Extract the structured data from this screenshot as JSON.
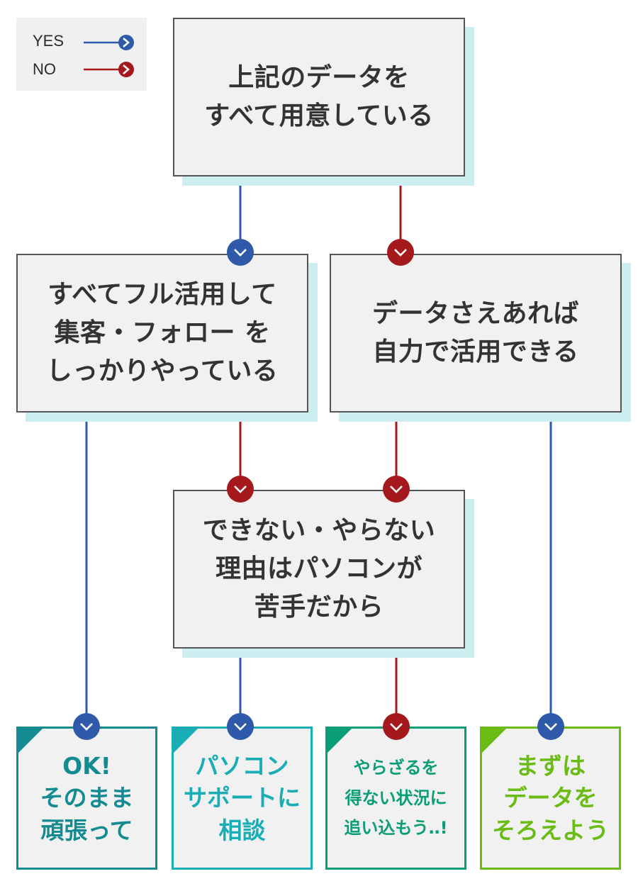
{
  "legend": {
    "yes_label": "YES",
    "no_label": "NO"
  },
  "colors": {
    "yes": "#2f5aaa",
    "no": "#a5181c",
    "shadow": "#cdeef0"
  },
  "nodes": {
    "q1": {
      "lines": [
        "上記のデータを",
        "すべて用意している"
      ]
    },
    "q2": {
      "lines": [
        "すべてフル活用して",
        "集客・フォロー を",
        "しっかりやっている"
      ]
    },
    "q3": {
      "lines": [
        "データさえあれば",
        "自力で活用できる"
      ]
    },
    "q4": {
      "lines": [
        "できない・やらない",
        "理由はパソコンが",
        "苦手だから"
      ]
    }
  },
  "results": [
    {
      "lines": [
        "OK!",
        "そのまま",
        "頑張って"
      ],
      "color": "#138b91"
    },
    {
      "lines": [
        "パソコン",
        "サポートに",
        "相談"
      ],
      "color": "#19aeb5"
    },
    {
      "lines": [
        "やらざるを",
        "得ない状況に",
        "追い込もう‥!"
      ],
      "color": "#0b9e76"
    },
    {
      "lines": [
        "まずは",
        "データを",
        "そろえよう"
      ],
      "color": "#6abb14"
    }
  ]
}
